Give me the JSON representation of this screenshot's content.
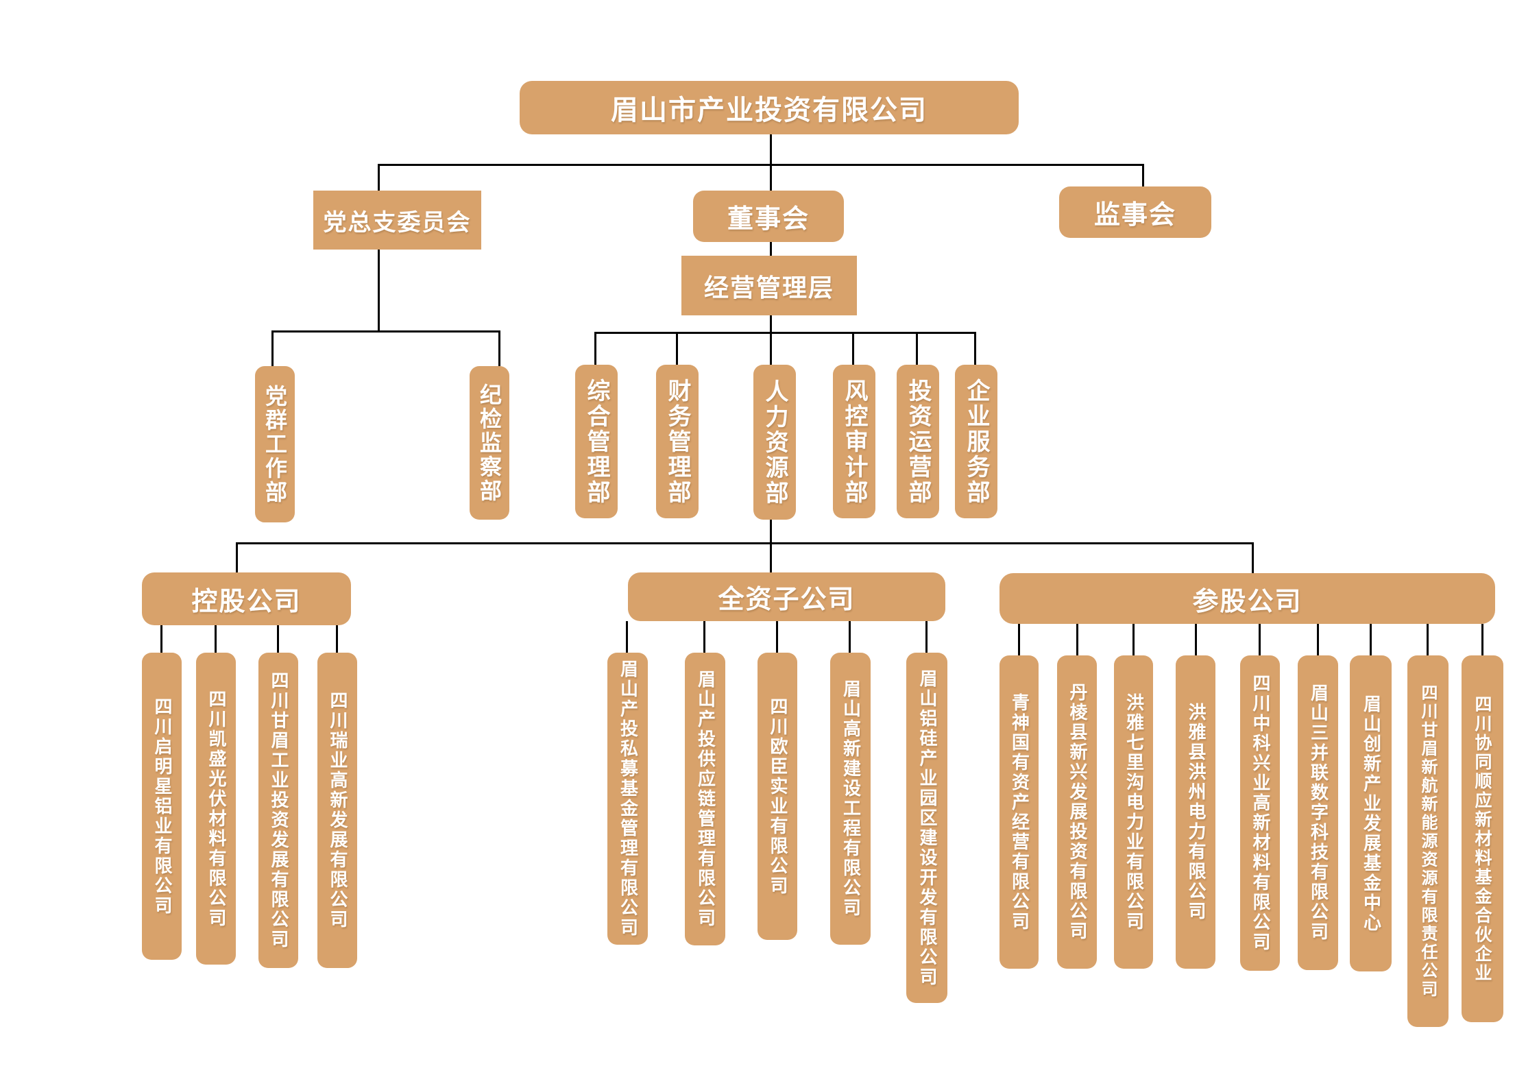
{
  "root": {
    "label": "眉山市产业投资有限公司"
  },
  "governance": {
    "party_committee": "党总支委员会",
    "board": "董事会",
    "supervisory": "监事会",
    "management": "经营管理层"
  },
  "party_departments": [
    {
      "label": "党群工作部"
    },
    {
      "label": "纪检监察部"
    }
  ],
  "management_departments": [
    {
      "label": "综合管理部"
    },
    {
      "label": "财务管理部"
    },
    {
      "label": "人力资源部"
    },
    {
      "label": "风控审计部"
    },
    {
      "label": "投资运营部"
    },
    {
      "label": "企业服务部"
    }
  ],
  "groups": [
    {
      "label": "控股公司",
      "companies": [
        "四川启明星铝业有限公司",
        "四川凯盛光伏材料有限公司",
        "四川甘眉工业投资发展有限公司",
        "四川瑞业高新发展有限公司"
      ]
    },
    {
      "label": "全资子公司",
      "companies": [
        "眉山产投私募基金管理有限公司",
        "眉山产投供应链管理有限公司",
        "四川欧臣实业有限公司",
        "眉山高新建设工程有限公司",
        "眉山铝硅产业园区建设开发有限公司"
      ]
    },
    {
      "label": "参股公司",
      "companies": [
        "青神国有资产经营有限公司",
        "丹棱县新兴发展投资有限公司",
        "洪雅七里沟电力业有限公司",
        "洪雅县洪州电力有限公司",
        "四川中科兴业高新材料有限公司",
        "眉山三并联数字科技有限公司",
        "眉山创新产业发展基金中心",
        "四川甘眉新航新能源资源有限责任公司",
        "四川协同顺应新材料基金合伙企业"
      ]
    }
  ],
  "colors": {
    "box_fill": "#D8A26B",
    "box_text": "#FFFFFF",
    "line": "#000000",
    "background": "#FFFFFF"
  }
}
